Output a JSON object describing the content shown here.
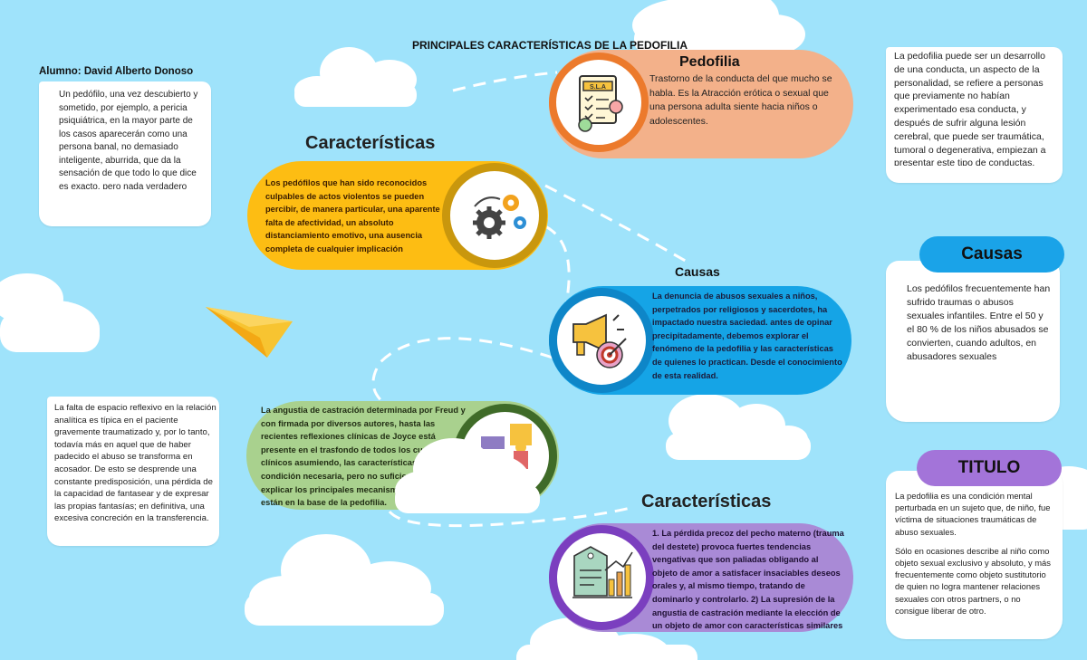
{
  "title": "PRINCIPALES CARACTERÍSTICAS DE LA PEDOFILIA",
  "student": "Alumno: David Alberto Donoso",
  "left_top_note": "Un pedófilo, una vez descubierto y sometido, por ejemplo, a pericia psiquiátrica, en la mayor parte de los casos aparecerán como una persona banal, no demasiado inteligente, aburrida, que da la sensación de que todo lo que dice es exacto, pero nada verdadero",
  "left_bottom_note": "La falta de espacio reflexivo en la relación analítica es típica en el paciente gravemente traumatizado y, por lo tanto, todavía más en aquel que de haber padecido el abuso se transforma en acosador. De esto se desprende una constante predisposición, una pérdida de la capacidad de fantasear y de expresar las propias fantasías; en definitiva, una excesiva concreción en la transferencia.",
  "pedofilia": {
    "heading": "Pedofilia",
    "text": "Trastorno de la conducta del que mucho se habla. Es la Atracción erótica o sexual que una persona adulta siente hacia niños o adolescentes.",
    "icon_label": "S.L.A"
  },
  "caracteristicas_1": {
    "heading": "Características",
    "text": "Los pedófilos que han sido reconocidos culpables de actos violentos se pueden percibir, de manera particular, una aparente falta de afectividad, un absoluto distanciamiento emotivo, una ausencia completa de cualquier implicación"
  },
  "causas_center": {
    "heading": "Causas",
    "text": "La denuncia de abusos sexuales a niños, perpetrados por religiosos y sacerdotes, ha impactado nuestra saciedad. antes de opinar precipitadamente, debemos explorar el fenómeno de la pedofilia y las características de quienes lo practican. Desde el conocimiento de esta realidad."
  },
  "green_pill": {
    "text": "La angustia de castración determinada por Freud y con firmada por diversos autores, hasta las recientes reflexiones clínicas de Joyce está presente en el trasfondo de todos los cuadros clínicos asumiendo, las características de una condición necesaria, pero no suficiente para explicar los principales mecanismos mentales que están en la base de la pedofilia."
  },
  "caracteristicas_2": {
    "heading": "Características",
    "text": "1. La pérdida precoz del pecho materno (trauma del destete) provoca fuertes tendencias vengativas que son paliadas obligando al objeto de amor a satisfacer insaciables deseos orales y, al mismo tiempo, tratando de dominarlo y controlarlo. 2) La supresión de la angustia de castración mediante la elección de un objeto de amor con características similares a las de uno mismo"
  },
  "right_top_note": "La pedofilia puede ser un desarrollo de una conducta, un aspecto de la personalidad, se refiere a personas que previamente no habían experimentado esa conducta, y después de sufrir alguna lesión cerebral, que puede ser traumática, tumoral o degenerativa, empiezan a presentar este tipo de conductas.",
  "causas_right": {
    "tag": "Causas",
    "text": "Los pedófilos frecuentemente han sufrido traumas o abusos sexuales infantiles. Entre el 50 y el 80 % de los niños abusados se convierten, cuando adultos, en abusadores sexuales"
  },
  "titulo": {
    "tag": "TITULO",
    "p1": "La pedofilia es una condición mental perturbada en un sujeto que, de niño, fue víctima de situaciones traumáticas de abuso sexuales.",
    "p2": "Sólo en ocasiones describe al niño como objeto sexual exclusivo y absoluto, y más frecuentemente como objeto sustitutorio de quien no logra mantener relaciones sexuales con otros partners, o no consigue liberar de otro."
  },
  "colors": {
    "sky": "#9fe3fb",
    "orange": "#f3b18a",
    "orange_ring": "#ec7a2c",
    "yellow": "#fdbd13",
    "olive_ring": "#c9970d",
    "blue": "#15a4e6",
    "blue_ring": "#0e86c8",
    "green": "#a9d18e",
    "green_ring": "#3f6b28",
    "purple": "#a98ad6",
    "purple_ring": "#7b3fbf",
    "causas_tag": "#1aa3e8",
    "titulo_tag": "#a374d9"
  }
}
